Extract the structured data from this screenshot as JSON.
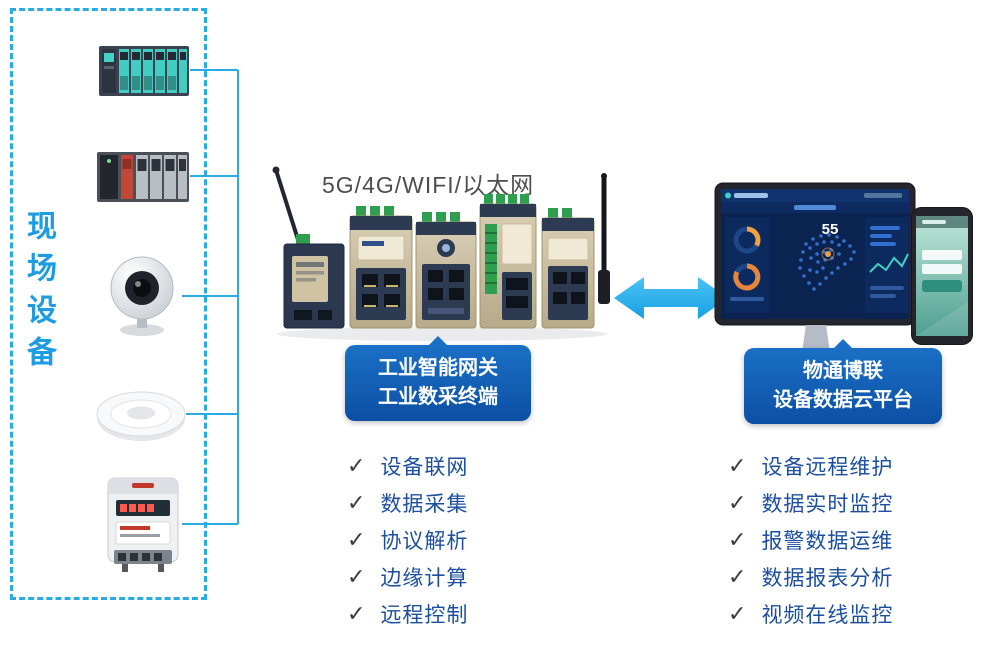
{
  "page": {
    "background": "#ffffff"
  },
  "glyphs": {
    "check": "✓"
  },
  "colors": {
    "accent_blue": "#29abe2",
    "callout_blue_top": "#1a70c6",
    "callout_blue_bottom": "#0c4fa4",
    "feature_text_blue": "#1d4f9e",
    "connectivity_text_gray": "#4d4d4d",
    "gateway_body_tan": "#cfc3a4",
    "dashboard_navy": "#0a2350"
  },
  "field_devices": {
    "label": "现场设备",
    "items": [
      {
        "icon": "plc-rack-teal-icon"
      },
      {
        "icon": "plc-rack-red-icon"
      },
      {
        "icon": "ip-camera-icon"
      },
      {
        "icon": "smoke-detector-icon"
      },
      {
        "icon": "energy-meter-icon"
      }
    ]
  },
  "gateway": {
    "connectivity_label": "5G/4G/WIFI/以太网",
    "callout_line1": "工业智能网关",
    "callout_line2": "工业数采终端",
    "features": [
      "设备联网",
      "数据采集",
      "协议解析",
      "边缘计算",
      "远程控制"
    ]
  },
  "platform": {
    "callout_line1": "物通博联",
    "callout_line2": "设备数据云平台",
    "dashboard_value": "55",
    "features": [
      "设备远程维护",
      "数据实时监控",
      "报警数据运维",
      "数据报表分析",
      "视频在线监控"
    ]
  }
}
